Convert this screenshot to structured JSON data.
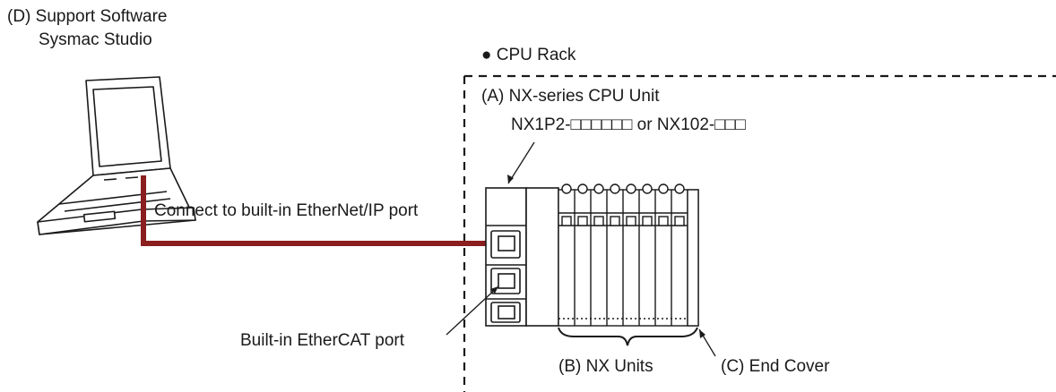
{
  "software": {
    "line1": "(D) Support Software",
    "line2": "Sysmac Studio"
  },
  "rack": {
    "label": "● CPU Rack"
  },
  "cpu_unit": {
    "label": "(A) NX-series CPU Unit",
    "models": "NX1P2-□□□□□□ or NX102-□□□"
  },
  "ethernet_ip": {
    "label": "Connect to built-in EtherNet/IP port"
  },
  "ethercat": {
    "label": "Built-in EtherCAT port"
  },
  "nx_units": {
    "label": "(B) NX Units"
  },
  "end_cover": {
    "label": "(C) End Cover"
  },
  "colors": {
    "cable": "#8b1e1e",
    "line": "#1a1a1a",
    "fill": "#ffffff"
  }
}
